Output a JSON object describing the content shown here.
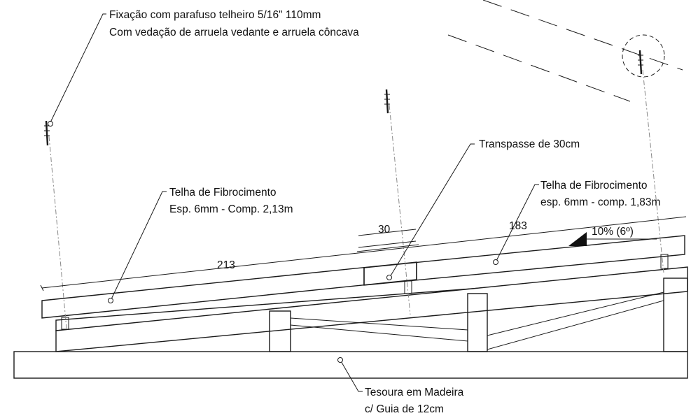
{
  "colors": {
    "line": "#1a1a1a",
    "hatch": "#9a9a9a",
    "axis": "#888888",
    "background": "#ffffff"
  },
  "labels": {
    "fixing_line1": "Fixação com parafuso telheiro 5/16\" 110mm",
    "fixing_line2": "Com vedação de arruela vedante e arruela côncava",
    "overlap": "Transpasse de 30cm",
    "tile_left_line1": "Telha de Fibrocimento",
    "tile_left_line2": "Esp. 6mm - Comp. 2,13m",
    "tile_right_line1": "Telha de Fibrocimento",
    "tile_right_line2": "esp. 6mm - comp. 1,83m",
    "truss_line1": "Tesoura em Madeira",
    "truss_line2": "c/ Guia de 12cm"
  },
  "dimensions": {
    "overlap": "30",
    "left_tile": "213",
    "right_tile": "183"
  },
  "slope": {
    "label": "10% (6º)",
    "icon": "slope-triangle-icon"
  }
}
